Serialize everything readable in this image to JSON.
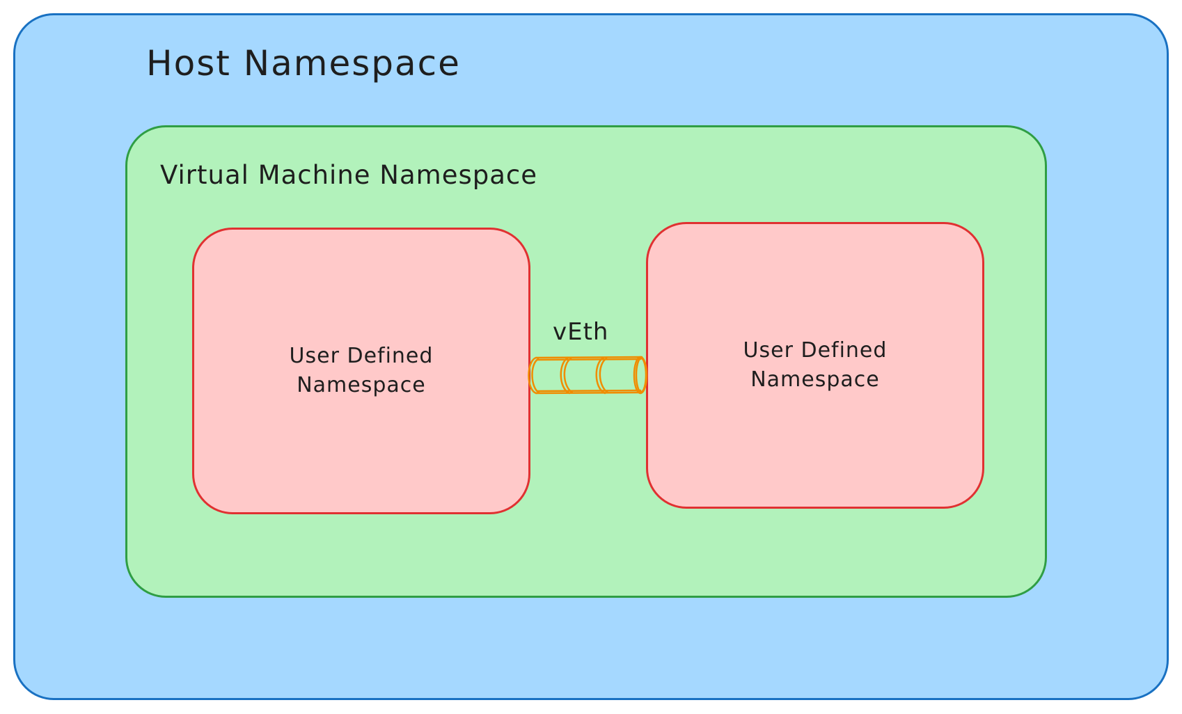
{
  "colors": {
    "host_fill": "#a5d8ff",
    "host_stroke": "#1971c2",
    "vm_fill": "#b2f2bb",
    "vm_stroke": "#2f9e44",
    "ud_fill": "#ffc9c9",
    "ud_stroke": "#e03131",
    "veth_stroke": "#f08c00",
    "text": "#1e1e1e"
  },
  "host": {
    "title": "Host Namespace"
  },
  "vm": {
    "title": "Virtual Machine Namespace"
  },
  "namespaces": [
    {
      "label": "User Defined\nNamespace"
    },
    {
      "label": "User Defined\nNamespace"
    }
  ],
  "veth": {
    "label": "vEth",
    "icon": "cylinder-pipe-icon"
  }
}
